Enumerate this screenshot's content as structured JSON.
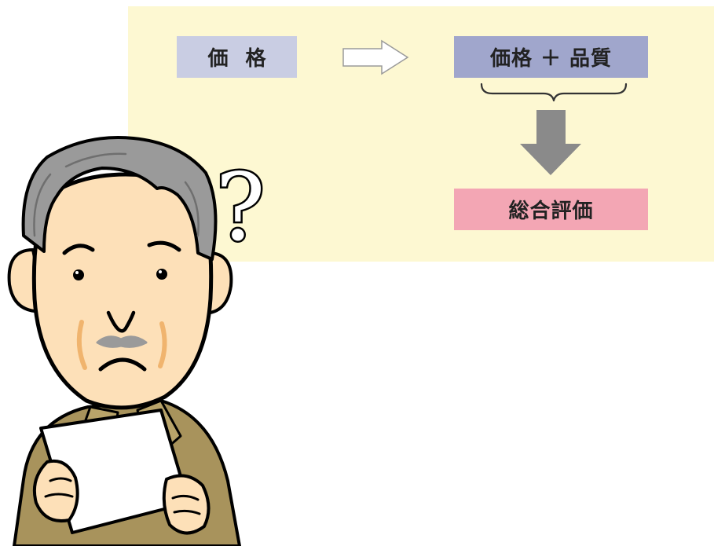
{
  "diagram": {
    "price_label": "価格",
    "price_quality_label": "価格 ＋ 品質",
    "overall_label": "総合評価",
    "question_mark": "?"
  },
  "colors": {
    "panel_bg": "#fdf8d2",
    "price_box": "#c9cde3",
    "price_quality_box": "#a0a6cc",
    "overall_box": "#f3a6b4",
    "down_arrow": "#8a8a8a",
    "right_arrow_stroke": "#9a9a9a"
  },
  "icons": {
    "right_arrow": "hollow-right-arrow-icon",
    "down_arrow": "down-arrow-icon",
    "brace": "curly-brace-icon",
    "character": "confused-old-man-illustration"
  }
}
